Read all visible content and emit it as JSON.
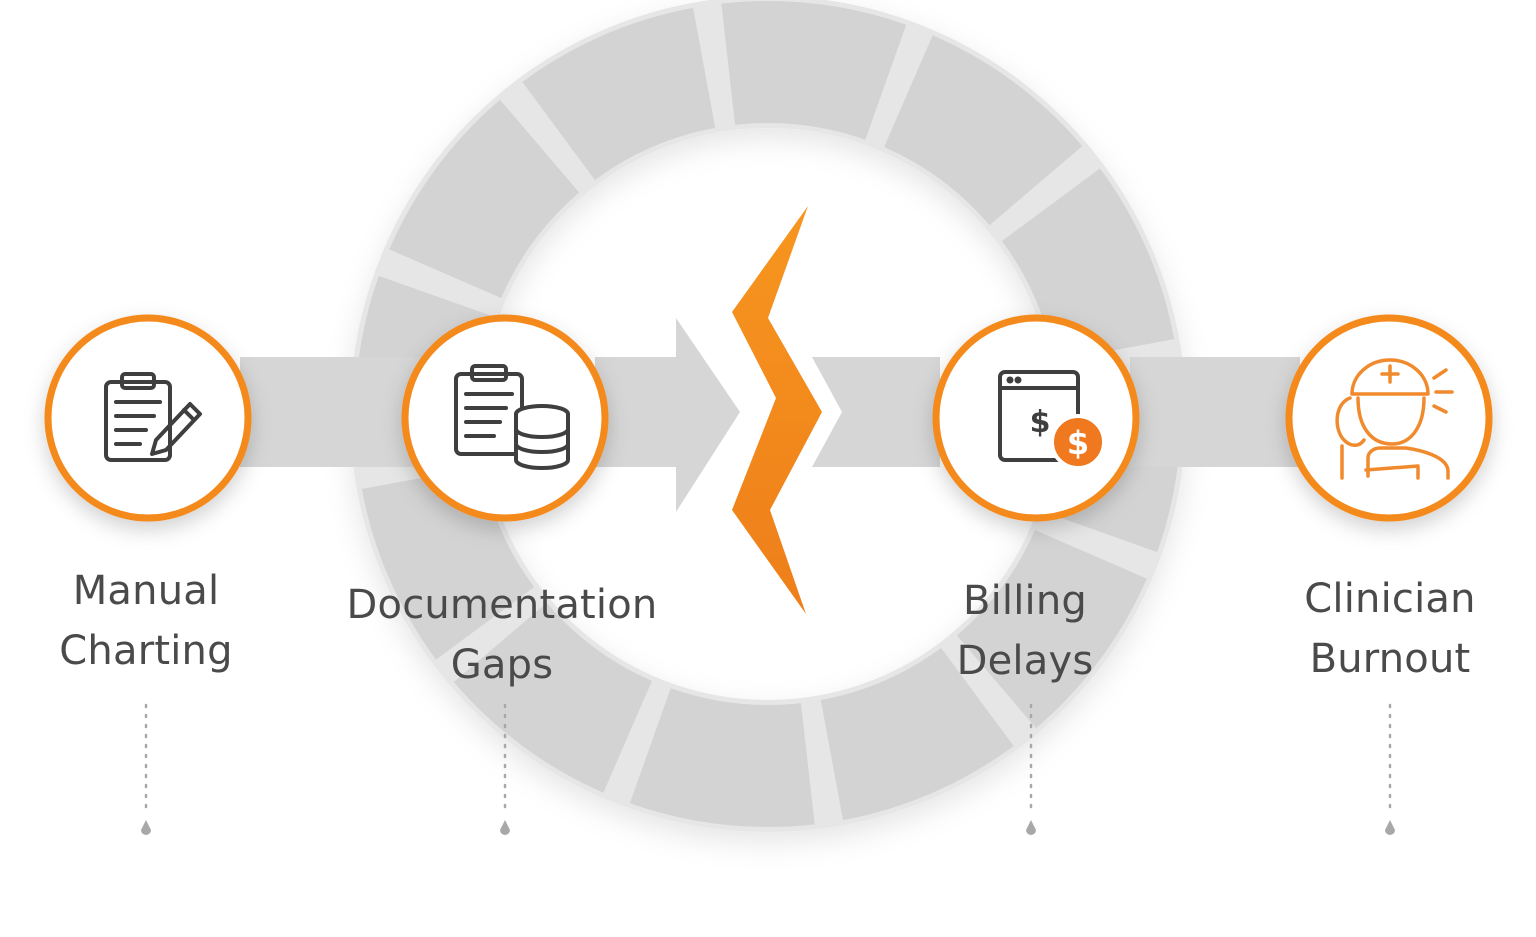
{
  "steps": [
    {
      "id": "manual-charting",
      "label_line1": "Manual",
      "label_line2": "Charting",
      "icon": "clipboard-pencil-icon"
    },
    {
      "id": "documentation-gaps",
      "label_line1": "Documentation",
      "label_line2": "Gaps",
      "icon": "clipboard-database-icon"
    },
    {
      "id": "billing-delays",
      "label_line1": "Billing",
      "label_line2": "Delays",
      "icon": "browser-dollar-icon"
    },
    {
      "id": "clinician-burnout",
      "label_line1": "Clinician",
      "label_line2": "Burnout",
      "icon": "stressed-clinician-icon"
    }
  ],
  "center_icon": "lightning-bolt-icon",
  "colors": {
    "accent": "#F58A1F",
    "ring_segment": "#D4D4D4",
    "arrow_band": "#D6D6D6",
    "icon_stroke": "#3F3F3F",
    "label_text": "#4A4A4A",
    "connector_dots": "#A8A8A8"
  }
}
